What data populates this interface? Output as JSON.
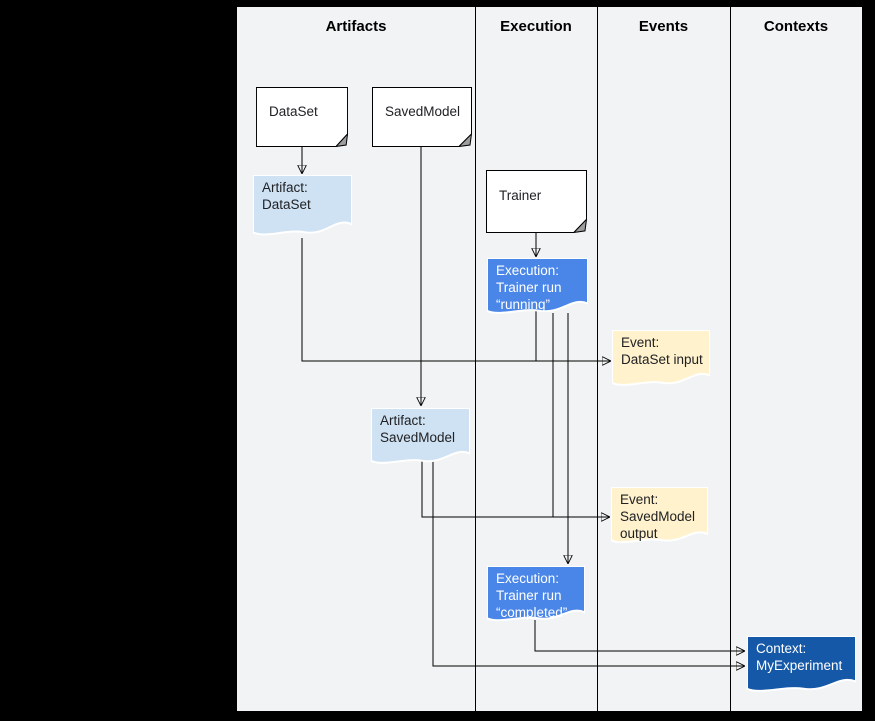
{
  "columns": [
    {
      "label": "Artifacts"
    },
    {
      "label": "Execution"
    },
    {
      "label": "Events"
    },
    {
      "label": "Contexts"
    }
  ],
  "nodes": {
    "dataset": {
      "label": "DataSet"
    },
    "savedmodel": {
      "label": "SavedModel"
    },
    "trainer": {
      "label": "Trainer"
    },
    "artifact_dataset": {
      "lines": [
        "Artifact:",
        "DataSet"
      ]
    },
    "execution_running": {
      "lines": [
        "Execution:",
        "Trainer run",
        "“running”"
      ]
    },
    "event_dataset_input": {
      "lines": [
        "Event:",
        "DataSet input"
      ]
    },
    "artifact_savedmodel": {
      "lines": [
        "Artifact:",
        "SavedModel"
      ]
    },
    "event_savedmodel_output": {
      "lines": [
        "Event:",
        "SavedModel",
        "output"
      ]
    },
    "execution_completed": {
      "lines": [
        "Execution:",
        "Trainer run",
        "“completed”"
      ]
    },
    "context_myexperiment": {
      "lines": [
        "Context:",
        "MyExperiment"
      ]
    }
  },
  "colors": {
    "canvas": "#000000",
    "background": "#f1f3f4",
    "line": "#000000",
    "note_fill": "#ffffff",
    "artifact_fill": "#cfe2f3",
    "execution_fill": "#4a86e8",
    "event_fill": "#fff2cc",
    "context_fill": "#1658a8"
  }
}
